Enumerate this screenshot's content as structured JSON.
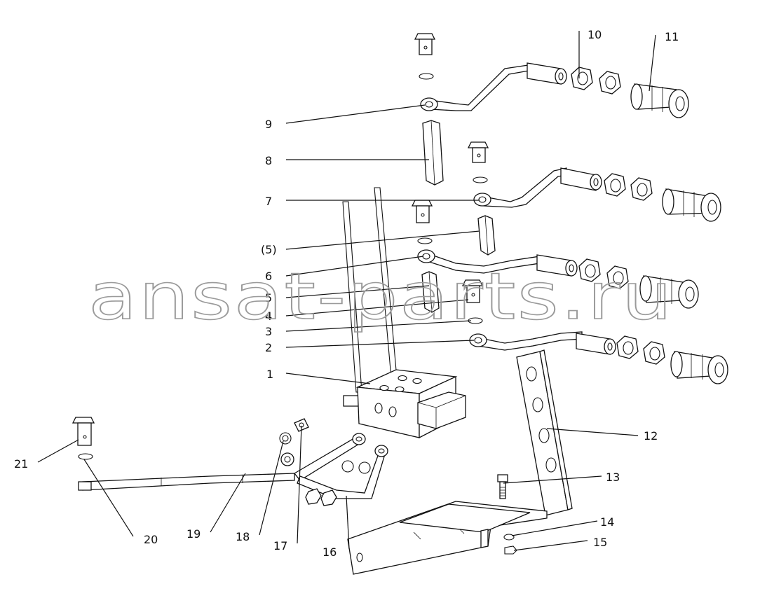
{
  "callouts": {
    "c1": "1",
    "c2": "2",
    "c3": "3",
    "c4": "4",
    "c5": "5",
    "c5p": "(5)",
    "c6": "6",
    "c7": "7",
    "c8": "8",
    "c9": "9",
    "c10": "10",
    "c11": "11",
    "c12": "12",
    "c13": "13",
    "c14": "14",
    "c15": "15",
    "c16": "16",
    "c17": "17",
    "c18": "18",
    "c19": "19",
    "c20": "20",
    "c21": "21"
  },
  "watermark": "ansat-parts.ru"
}
